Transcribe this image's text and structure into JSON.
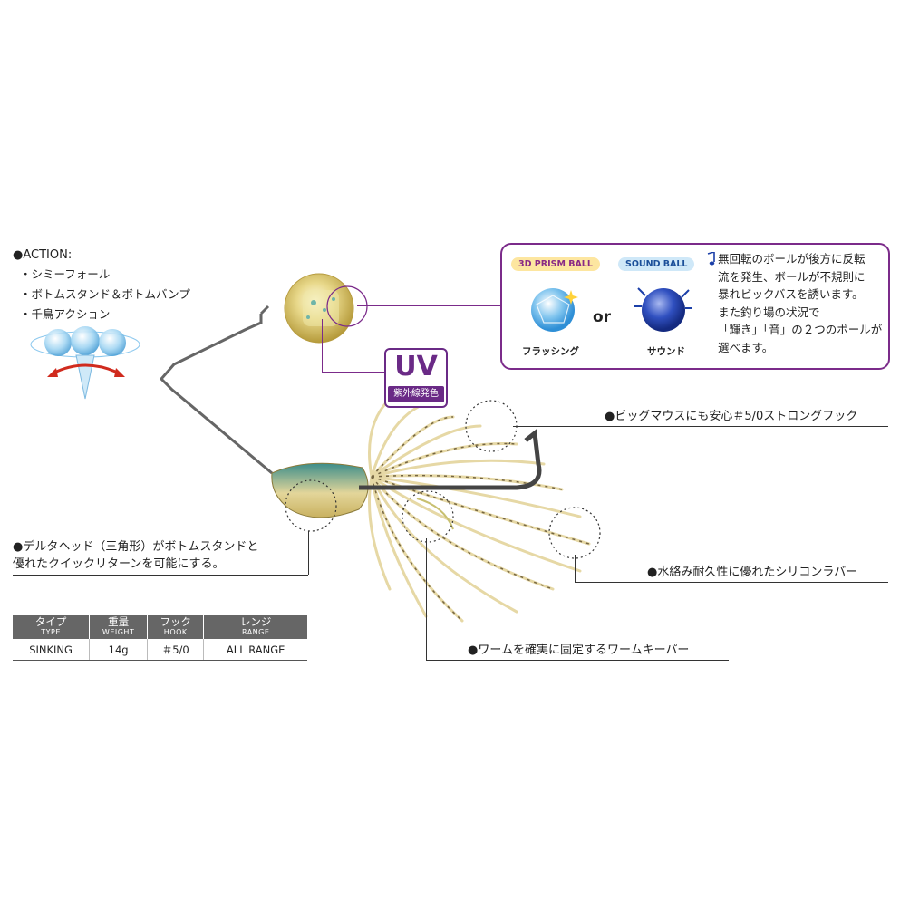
{
  "action": {
    "title": "●ACTION:",
    "items": [
      "・シミーフォール",
      "・ボトムスタンド＆ボトムバンプ",
      "・千鳥アクション"
    ]
  },
  "balls": {
    "prism_label": "3D PRISM BALL",
    "sound_label": "SOUND BALL",
    "or_label": "or",
    "flashing_label": "フラッシング",
    "sound_caption": "サウンド",
    "description": [
      "無回転のボールが後方に反転",
      "流を発生、ボールが不規則に",
      "暴れビックバスを誘います。",
      "また釣り場の状況で",
      "「輝き」「音」の２つのボールが",
      "選べます。"
    ]
  },
  "uv": {
    "title": "UV",
    "subtitle": "紫外線発色"
  },
  "features": {
    "hook": "●ビッグマウスにも安心＃5/0ストロングフック",
    "head": [
      "●デルタヘッド（三角形）がボトムスタンドと",
      "優れたクイックリターンを可能にする。"
    ],
    "rubber": "●水絡み耐久性に優れたシリコンラバー",
    "keeper": "●ワームを確実に固定するワームキーパー"
  },
  "spec_table": {
    "headers": [
      {
        "jp": "タイプ",
        "en": "TYPE"
      },
      {
        "jp": "重量",
        "en": "WEIGHT"
      },
      {
        "jp": "フック",
        "en": "HOOK"
      },
      {
        "jp": "レンジ",
        "en": "RANGE"
      }
    ],
    "row": [
      "SINKING",
      "14g",
      "＃5/0",
      "ALL RANGE"
    ]
  },
  "colors": {
    "accent_purple": "#6a2a86",
    "header_gray": "#666666",
    "prism_blue": "#2f8fd6",
    "sound_blue": "#1b3fa8"
  }
}
